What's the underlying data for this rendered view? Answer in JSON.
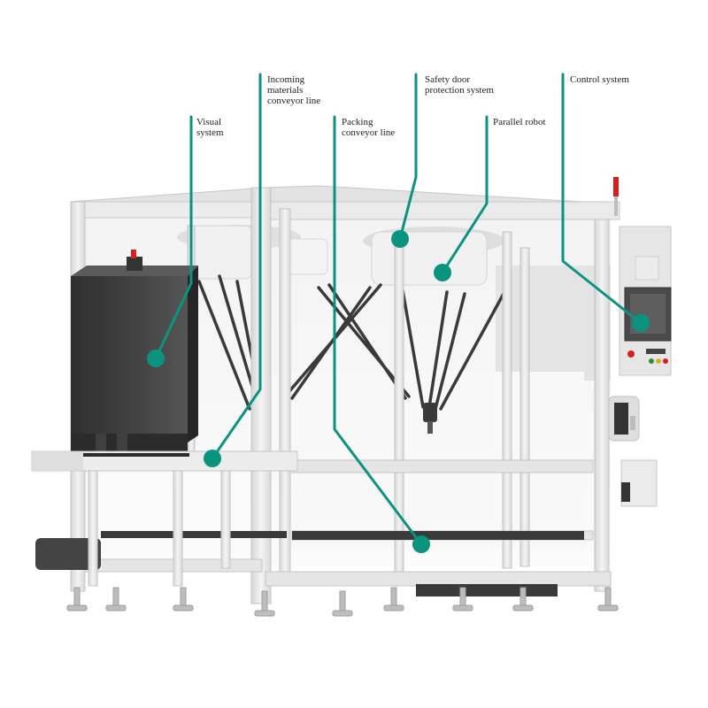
{
  "callouts": {
    "incoming_conveyor": [
      "Incoming",
      "materials",
      "conveyor line"
    ],
    "safety_door": [
      "Safety door",
      "protection system"
    ],
    "control_system": [
      "Control system"
    ],
    "visual_system": [
      "Visual",
      "system"
    ],
    "packing_conveyor": [
      "Packing",
      "conveyor line"
    ],
    "parallel_robot": [
      "Parallel robot"
    ]
  },
  "colors": {
    "callout": "#0a9480",
    "frame": "#e7e7e7",
    "frame_edge": "#c9c9c9",
    "vision_cabinet": "#3d3d3d",
    "belt": "#3a3a3a",
    "beacon": "#d81f1f"
  },
  "icons": [
    "emergency-stop-icon",
    "signal-beacon-icon",
    "touch-screen-icon"
  ]
}
